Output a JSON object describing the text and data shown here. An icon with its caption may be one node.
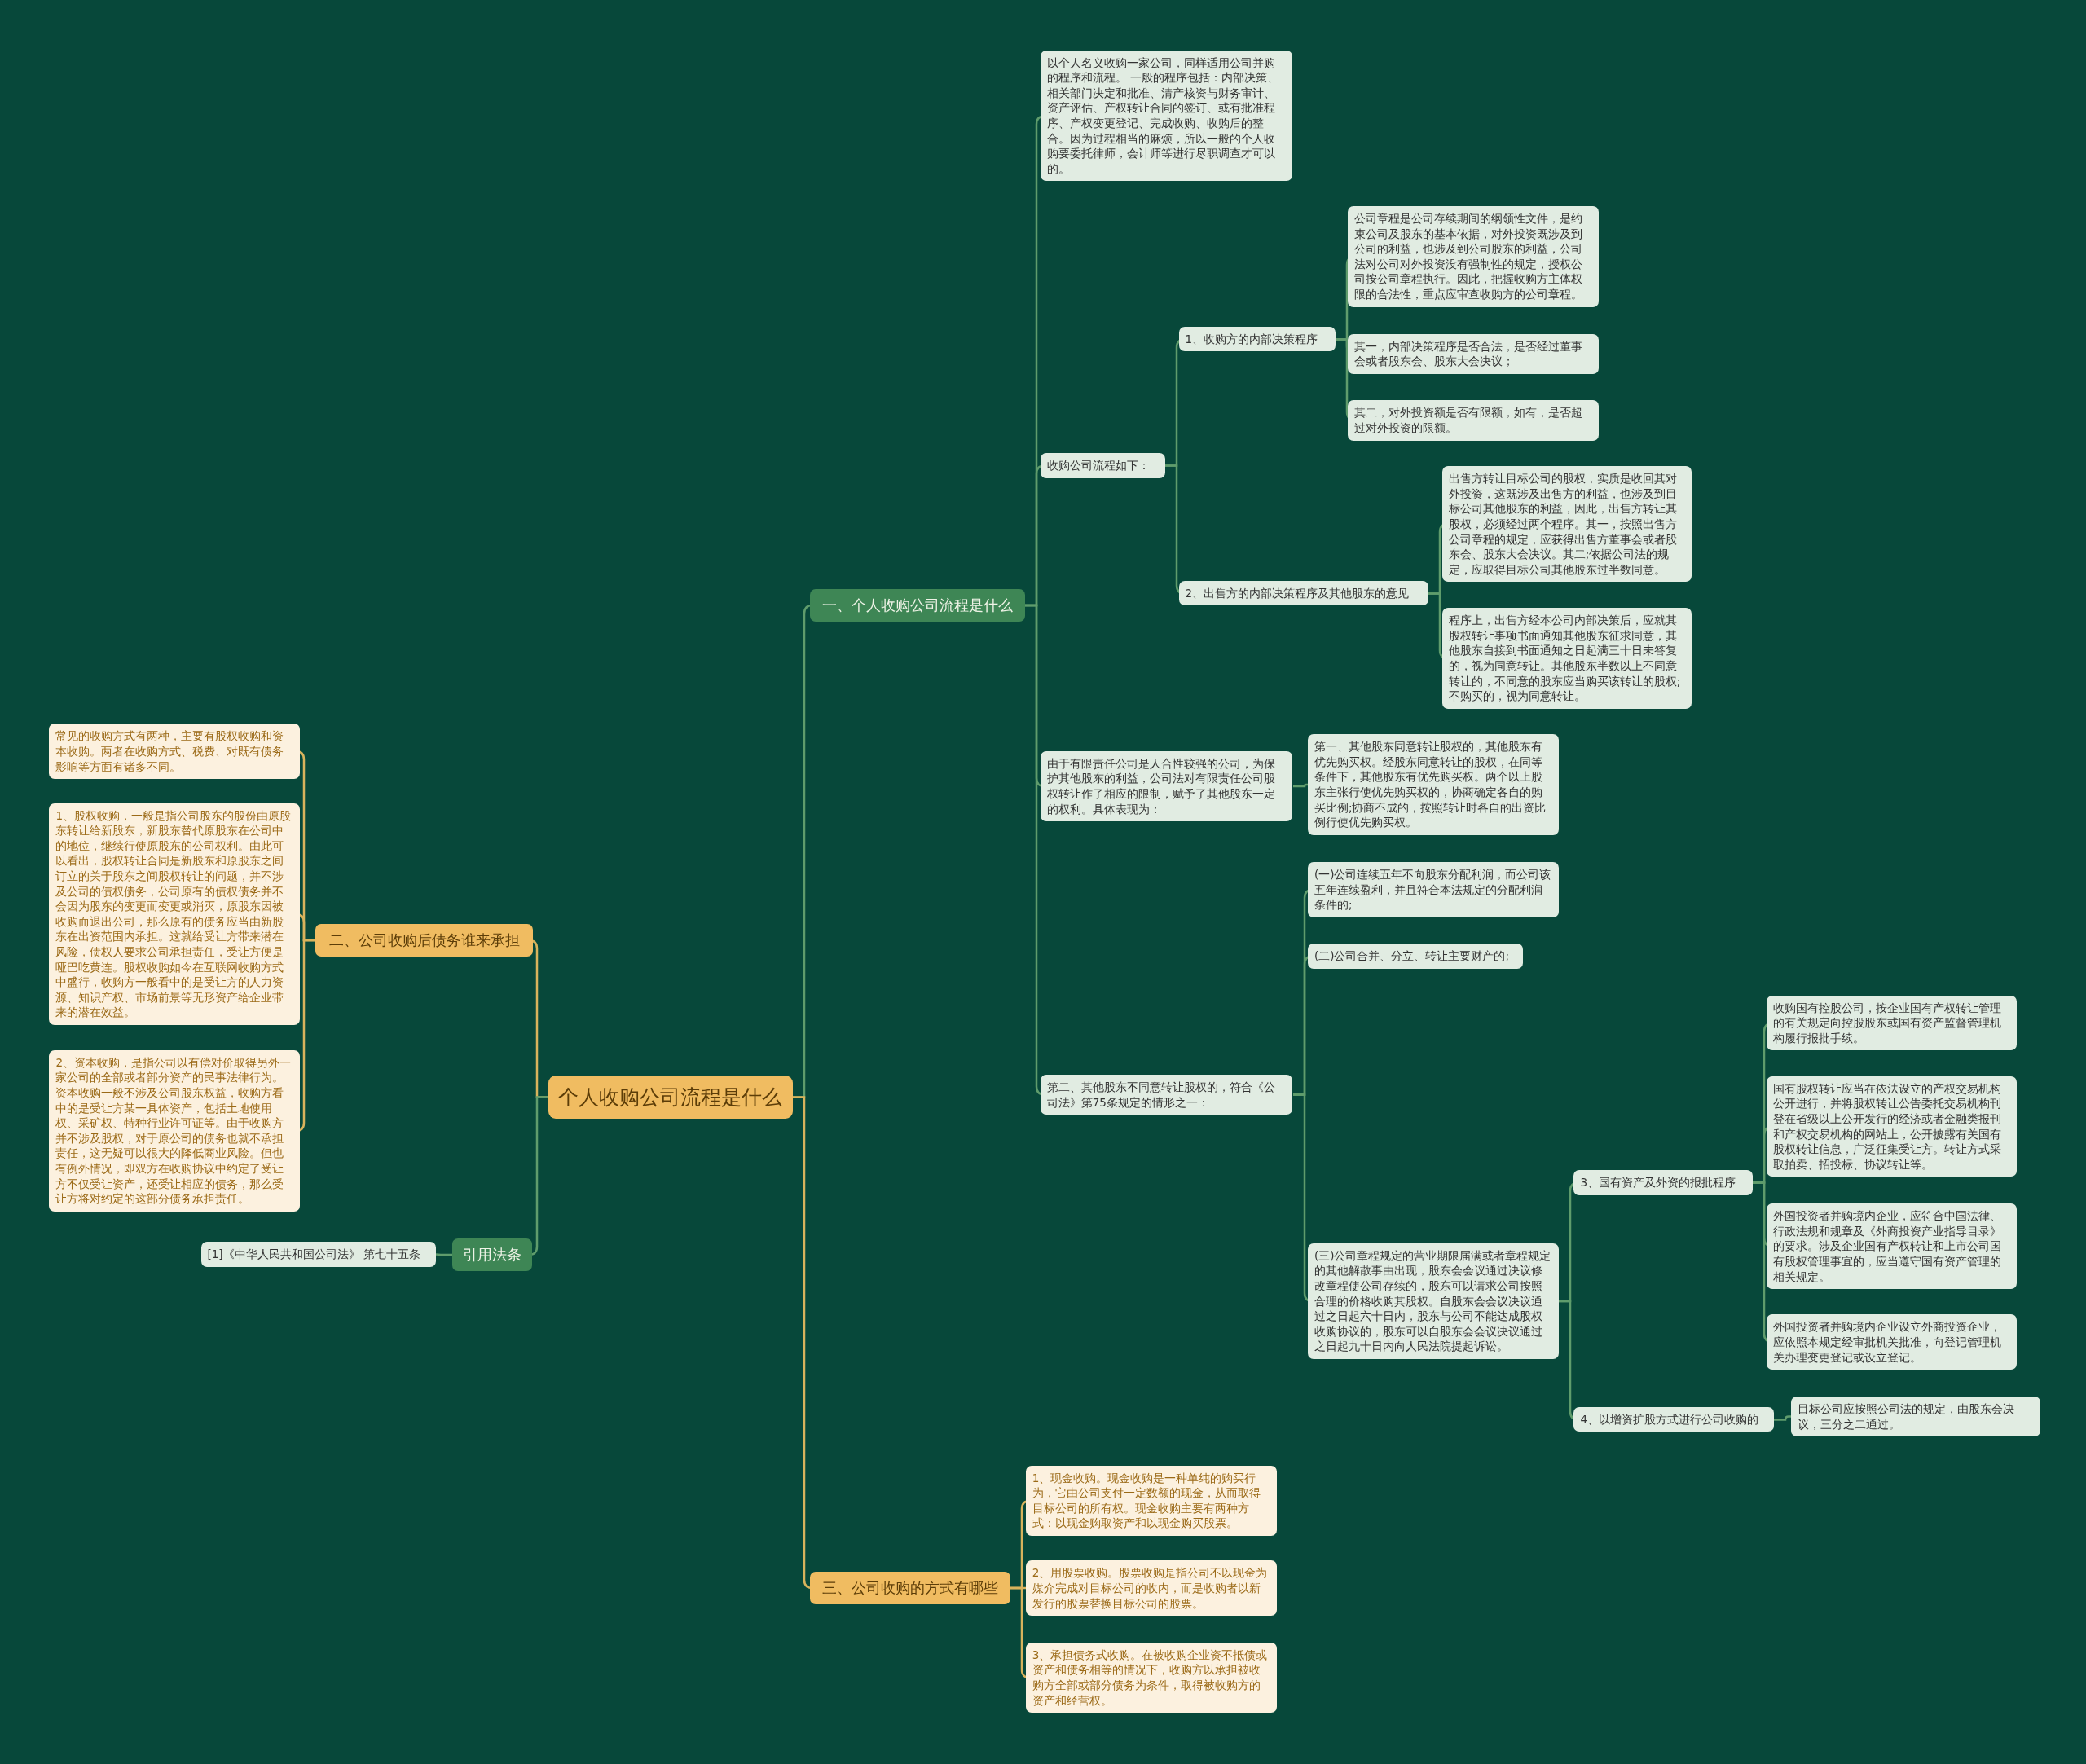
{
  "diagram": {
    "nodes": [
      {
        "text": [
          "个人收购公司流程是什么"
        ]
      },
      {
        "text": [
          "一、个人收购公司流程是什么"
        ]
      },
      {
        "text": [
          "以个人名义收购一家公司，同样适用公司并购的程序和流程。 一般的程序包括：内部决策、相关部门决定和批准、清产核资与财务审计、资产评估、产权转让合同的签订、或有批准程序、产权变更登记、完成收购、收购后的整合。因为过程相当的麻烦，所以一般的个人收购要委托律师，会计师等进行尽职调查才可以的。"
        ]
      },
      {
        "text": [
          "收购公司流程如下："
        ]
      },
      {
        "text": [
          "1、收购方的内部决策程序"
        ]
      },
      {
        "text": [
          "公司章程是公司存续期间的纲领性文件，是约束公司及股东的基本依据，对外投资既涉及到公司的利益，也涉及到公司股东的利益，公司法对公司对外投资没有强制性的规定，授权公司按公司章程执行。因此，把握收购方主体权限的合法性，重点应审查收购方的公司章程。"
        ]
      },
      {
        "text": [
          "其一，内部决策程序是否合法，是否经过董事会或者股东会、股东大会决议；"
        ]
      },
      {
        "text": [
          "其二，对外投资额是否有限额，如有，是否超过对外投资的限额。"
        ]
      },
      {
        "text": [
          "2、出售方的内部决策程序及其他股东的意见"
        ]
      },
      {
        "text": [
          "出售方转让目标公司的股权，实质是收回其对外投资，这既涉及出售方的利益，也涉及到目标公司其他股东的利益，因此，出售方转让其股权，必须经过两个程序。其一，按照出售方公司章程的规定，应获得出售方董事会或者股东会、股东大会决议。其二;依据公司法的规定，应取得目标公司其他股东过半数同意。"
        ]
      },
      {
        "text": [
          "程序上，出售方经本公司内部决策后，应就其股权转让事项书面通知其他股东征求同意，其他股东自接到书面通知之日起满三十日未答复的，视为同意转让。其他股东半数以上不同意转让的，不同意的股东应当购买该转让的股权;不购买的，视为同意转让。"
        ]
      },
      {
        "text": [
          "由于有限责任公司是人合性较强的公司，为保护其他股东的利益，公司法对有限责任公司股权转让作了相应的限制，赋予了其他股东一定的权利。具体表现为："
        ]
      },
      {
        "text": [
          "第一、其他股东同意转让股权的，其他股东有优先购买权。经股东同意转让的股权，在同等条件下，其他股东有优先购买权。两个以上股东主张行使优先购买权的，协商确定各自的购买比例;协商不成的，按照转让时各自的出资比例行使优先购买权。"
        ]
      },
      {
        "text": [
          "第二、其他股东不同意转让股权的，符合《公司法》第75条规定的情形之一："
        ]
      },
      {
        "text": [
          "(一)公司连续五年不向股东分配利润，而公司该五年连续盈利，并且符合本法规定的分配利润条件的;"
        ]
      },
      {
        "text": [
          "(二)公司合并、分立、转让主要财产的;"
        ]
      },
      {
        "text": [
          "(三)公司章程规定的营业期限届满或者章程规定的其他解散事由出现，股东会会议通过决议修改章程使公司存续的，股东可以请求公司按照合理的价格收购其股权。自股东会会议决议通过之日起六十日内，股东与公司不能达成股权收购协议的，股东可以自股东会会议决议通过之日起九十日内向人民法院提起诉讼。"
        ]
      },
      {
        "text": [
          "3、国有资产及外资的报批程序"
        ]
      },
      {
        "text": [
          "收购国有控股公司，按企业国有产权转让管理的有关规定向控股股东或国有资产监督管理机构履行报批手续。"
        ]
      },
      {
        "text": [
          "国有股权转让应当在依法设立的产权交易机构公开进行，并将股权转让公告委托交易机构刊登在省级以上公开发行的经济或者金融类报刊和产权交易机构的网站上，公开披露有关国有股权转让信息，广泛征集受让方。转让方式采取拍卖、招投标、协议转让等。"
        ]
      },
      {
        "text": [
          "外国投资者并购境内企业，应符合中国法律、行政法规和规章及《外商投资产业指导目录》的要求。涉及企业国有产权转让和上市公司国有股权管理事宜的，应当遵守国有资产管理的相关规定。"
        ]
      },
      {
        "text": [
          "外国投资者并购境内企业设立外商投资企业，应依照本规定经审批机关批准，向登记管理机关办理变更登记或设立登记。"
        ]
      },
      {
        "text": [
          "4、以增资扩股方式进行公司收购的"
        ]
      },
      {
        "text": [
          "目标公司应按照公司法的规定，由股东会决议，三分之二通过。"
        ]
      },
      {
        "text": [
          "三、公司收购的方式有哪些"
        ]
      },
      {
        "text": [
          "1、现金收购。现金收购是一种单纯的购买行为，它由公司支付一定数额的现金，从而取得目标公司的所有权。现金收购主要有两种方式：以现金购取资产和以现金购买股票。"
        ]
      },
      {
        "text": [
          "2、用股票收购。股票收购是指公司不以现金为媒介完成对目标公司的收内，而是收购者以新发行的股票替换目标公司的股票。"
        ]
      },
      {
        "text": [
          "3、承担债务式收购。在被收购企业资不抵债或资产和债务相等的情况下，收购方以承担被收购方全部或部分债务为条件，取得被收购方的资产和经营权。"
        ]
      },
      {
        "text": [
          "二、公司收购后债务谁来承担"
        ]
      },
      {
        "text": [
          "常见的收购方式有两种，主要有股权收购和资本收购。两者在收购方式、税费、对既有债务影响等方面有诸多不同。"
        ]
      },
      {
        "text": [
          "1、股权收购，一般是指公司股东的股份由原股东转让给新股东，新股东替代原股东在公司中的地位，继续行使原股东的公司权利。由此可以看出，股权转让合同是新股东和原股东之间订立的关于股东之间股权转让的问题，并不涉及公司的债权债务，公司原有的债权债务并不会因为股东的变更而变更或消灭，原股东因被收购而退出公司，那么原有的债务应当由新股东在出资范围内承担。这就给受让方带来潜在风险，债权人要求公司承担责任，受让方便是哑巴吃黄连。股权收购如今在互联网收购方式中盛行，收购方一般看中的是受让方的人力资源、知识产权、市场前景等无形资产给企业带来的潜在效益。"
        ]
      },
      {
        "text": [
          "2、资本收购，是指公司以有偿对价取得另外一家公司的全部或者部分资产的民事法律行为。资本收购一般不涉及公司股东权益，收购方看中的是受让方某一具体资产，包括土地使用权、采矿权、特种行业许可证等。由于收购方并不涉及股权，对于原公司的债务也就不承担责任，这无疑可以很大的降低商业风险。但也有例外情况，即双方在收购协议中约定了受让方不仅受让资产，还受让相应的债务，那么受让方将对约定的这部分债务承担责任。"
        ]
      },
      {
        "text": [
          "引用法条"
        ]
      },
      {
        "text": [
          "[1]《中华人民共和国公司法》 第七十五条"
        ]
      }
    ],
    "edges": [
      {
        "from": 0,
        "to": 1,
        "arrow": "none"
      },
      {
        "from": 1,
        "to": 2,
        "arrow": "none"
      },
      {
        "from": 1,
        "to": 3,
        "arrow": "none"
      },
      {
        "from": 3,
        "to": 4,
        "arrow": "none"
      },
      {
        "from": 4,
        "to": 5,
        "arrow": "none"
      },
      {
        "from": 4,
        "to": 6,
        "arrow": "none"
      },
      {
        "from": 4,
        "to": 7,
        "arrow": "none"
      },
      {
        "from": 3,
        "to": 8,
        "arrow": "none"
      },
      {
        "from": 8,
        "to": 9,
        "arrow": "none"
      },
      {
        "from": 8,
        "to": 10,
        "arrow": "none"
      },
      {
        "from": 1,
        "to": 11,
        "arrow": "none"
      },
      {
        "from": 11,
        "to": 12,
        "arrow": "none"
      },
      {
        "from": 1,
        "to": 13,
        "arrow": "none"
      },
      {
        "from": 13,
        "to": 14,
        "arrow": "none"
      },
      {
        "from": 13,
        "to": 15,
        "arrow": "none"
      },
      {
        "from": 13,
        "to": 16,
        "arrow": "none"
      },
      {
        "from": 16,
        "to": 17,
        "arrow": "none"
      },
      {
        "from": 17,
        "to": 18,
        "arrow": "none"
      },
      {
        "from": 17,
        "to": 19,
        "arrow": "none"
      },
      {
        "from": 17,
        "to": 20,
        "arrow": "none"
      },
      {
        "from": 17,
        "to": 21,
        "arrow": "none"
      },
      {
        "from": 16,
        "to": 22,
        "arrow": "none"
      },
      {
        "from": 22,
        "to": 23,
        "arrow": "none"
      },
      {
        "from": 0,
        "to": 24,
        "arrow": "none",
        "color": "#d8b35c"
      },
      {
        "from": 24,
        "to": 25,
        "arrow": "none",
        "color": "#d8b35c"
      },
      {
        "from": 24,
        "to": 26,
        "arrow": "none",
        "color": "#d8b35c"
      },
      {
        "from": 24,
        "to": 27,
        "arrow": "none",
        "color": "#d8b35c"
      },
      {
        "from": 0,
        "to": 28,
        "arrow": "none",
        "color": "#d8b35c"
      },
      {
        "from": 28,
        "to": 29,
        "arrow": "none",
        "color": "#d8b35c"
      },
      {
        "from": 28,
        "to": 30,
        "arrow": "none",
        "color": "#d8b35c"
      },
      {
        "from": 28,
        "to": 31,
        "arrow": "none",
        "color": "#d8b35c"
      },
      {
        "from": 0,
        "to": 32,
        "arrow": "none"
      },
      {
        "from": 32,
        "to": 33,
        "arrow": "none"
      }
    ]
  }
}
